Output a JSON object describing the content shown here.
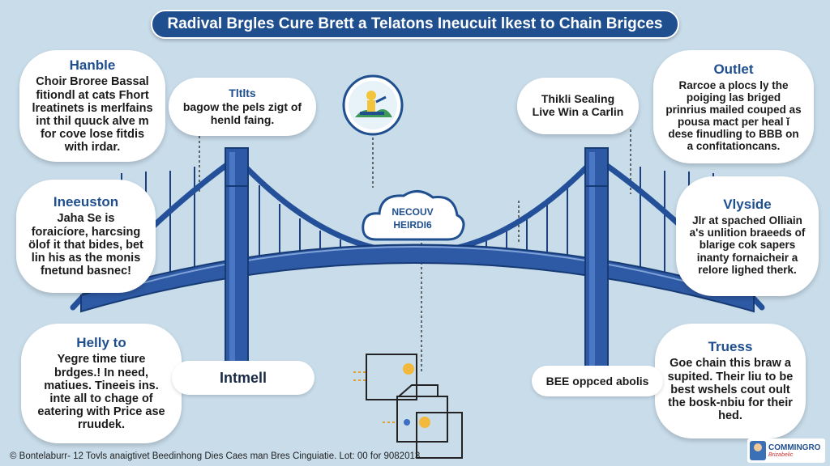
{
  "title": "Radival Brgles Cure Brett a Telatons Ineucuit lkest to Chain Brigces",
  "clouds": {
    "top_left": {
      "heading": "Hanble",
      "body": "Choir Broree Bassal fitiondl at cats Fhort lreatinets is merlfains int thil quuck alve m for cove lose fitdis with irdar."
    },
    "mid_left": {
      "heading": "Ineeuston",
      "body": "Jaha Se is foraicíore, harcsing ölof it that bides, bet lin his as the monis fnetund basnec!"
    },
    "bottom_left": {
      "heading": "Helly to",
      "body": "Yegre time tiure brdges.! In need, matiues. Tineeis ins. inte all to chage of eatering with Price ase rruudek."
    },
    "top_center": {
      "heading": "Tltlts",
      "body": "bagow the pels zigt of henld faing."
    },
    "top_right_small": {
      "body": "Thikli Sealing Live Win a Carlin"
    },
    "top_right": {
      "heading": "Outlet",
      "body": "Rarcoe a plocs ly the poiging las briged prinrius mailed couped as pousa mact per heal ĭ dese finudling to BBB on a confitationcans."
    },
    "mid_right": {
      "heading": "Vlyside",
      "body": "Jlr at spached Olliain a's unlition braeeds of blarige cok sapers inanty fornaicheir a relore lighed therk."
    },
    "bottom_right": {
      "heading": "Truess",
      "body": "Goe chain this braw a supited. Their liu to be best wshels cout oult the bosk-nbiu for their hed."
    },
    "center": {
      "body": "NECOUV HEIRDI6"
    }
  },
  "flat_labels": {
    "left": "Intmell",
    "right": "BEE oppced abolis"
  },
  "footer": "© Bontelaburr- 12 Tovls anaigtivet Beedinhong Dies Caes man Bres Cinguiatie. Lot: 00 for 9082013",
  "logo": {
    "line1": "COMMINGRO",
    "line2": "Brizabelic"
  },
  "colors": {
    "navy": "#1f4f8f",
    "bridge": "#2e5aa5",
    "background": "#c8dcea"
  },
  "icons": [
    "worker-icon",
    "cloud-icon",
    "puzzle-icon",
    "sun-icon",
    "logo-icon"
  ]
}
